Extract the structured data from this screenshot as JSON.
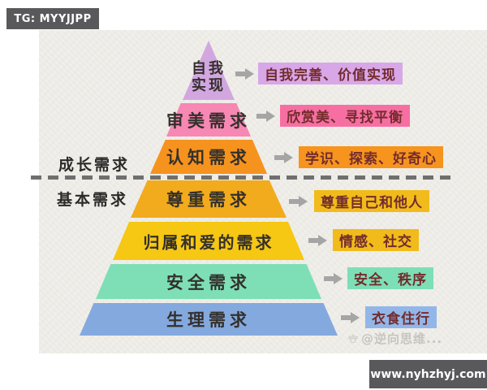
{
  "page": {
    "tg_badge": "TG: MYYJJPP",
    "website_badge": "www.nyhzhyj.com",
    "watermark": "@逆向思维...",
    "paper_color": "#f1efea",
    "badge_color": "#59595b"
  },
  "left_labels": {
    "growth": "成长需求",
    "basic": "基本需求"
  },
  "divider": {
    "style": "dashed",
    "color": "#6f6f6f"
  },
  "pyramid": {
    "levels": [
      {
        "label": "自我实现",
        "lines": [
          "自我",
          "实现"
        ],
        "color": "#d2a7e0",
        "annotation": "自我完善、价值实现",
        "annotation_color": "#d7a7e8"
      },
      {
        "label": "审美需求",
        "color": "#f787b3",
        "annotation": "欣赏美、寻找平衡",
        "annotation_color": "#f76fa2"
      },
      {
        "label": "认知需求",
        "color": "#f6931e",
        "annotation": "学识、探索、好奇心",
        "annotation_color": "#f6941e"
      },
      {
        "label": "尊重需求",
        "color": "#f2ab1c",
        "annotation": "尊重自己和他人",
        "annotation_color": "#f1bb1b"
      },
      {
        "label": "归属和爱的需求",
        "color": "#f6c713",
        "annotation": "情感、社交",
        "annotation_color": "#f1bb1b"
      },
      {
        "label": "安全需求",
        "color": "#7edfb7",
        "annotation": "安全、秩序",
        "annotation_color": "#7ddfb6"
      },
      {
        "label": "生理需求",
        "color": "#84a9de",
        "annotation": "衣食住行",
        "annotation_color": "#92b6e8"
      }
    ],
    "group_above_divider": "成长需求",
    "group_below_divider": "基本需求"
  }
}
